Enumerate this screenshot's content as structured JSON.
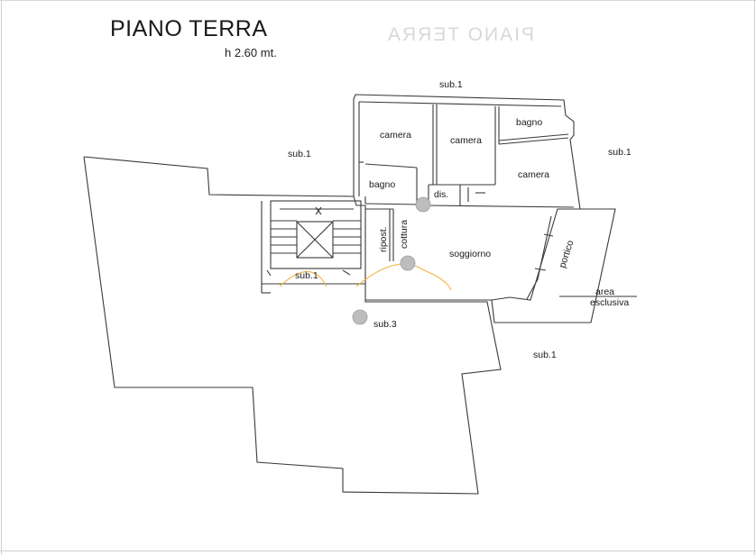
{
  "plan": {
    "title": "PIANO TERRA",
    "height_label": "h 2.60 mt.",
    "ghost_title": "PIANO TERRA"
  },
  "rooms": {
    "camera_1": "camera",
    "camera_2": "camera",
    "bagno_top": "bagno",
    "camera_3": "camera",
    "bagno_left": "bagno",
    "dis": "dis.",
    "ripost": "ripost.",
    "cottura": "cottura",
    "soggiorno": "soggiorno",
    "portico": "portico"
  },
  "areas": {
    "sub1_top": "sub.1",
    "sub1_left": "sub.1",
    "sub1_right": "sub.1",
    "sub1_stair": "sub.1",
    "sub1_bottom": "sub.1",
    "sub3": "sub.3",
    "area_line1": "area",
    "area_line2": "esclusiva"
  },
  "colors": {
    "line": "#3a3a3a",
    "accent_arc": "#f3b23d",
    "marker": "#b9b9b9"
  }
}
